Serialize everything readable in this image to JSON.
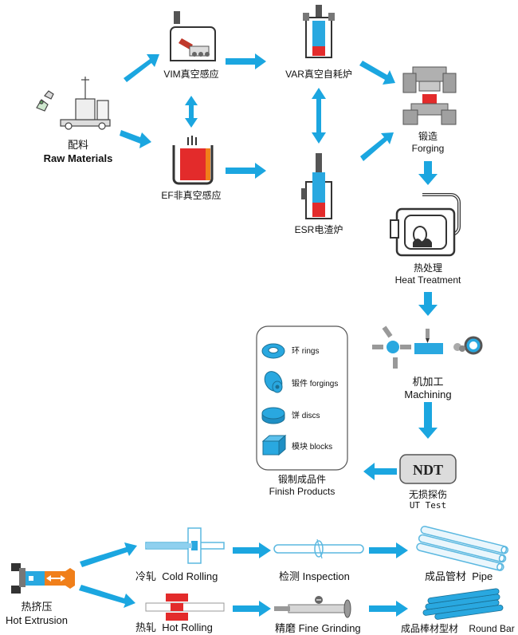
{
  "nodes": {
    "raw_materials": {
      "zh": "配料",
      "en": "Raw Materials"
    },
    "vim": {
      "label": "VIM真空感应"
    },
    "ef": {
      "label": "EF非真空感应"
    },
    "var": {
      "label": "VAR真空自耗炉"
    },
    "esr": {
      "label": "ESR电渣炉"
    },
    "forging": {
      "zh": "锻造",
      "en": "Forging"
    },
    "heat_treatment": {
      "zh": "热处理",
      "en": "Heat Treatment"
    },
    "machining": {
      "zh": "机加工",
      "en": "Machining"
    },
    "ndt": {
      "badge": "NDT",
      "zh": "无损探伤",
      "en": "UT Test"
    },
    "finish_products": {
      "zh": "锻制成品件",
      "en": "Finish Products",
      "items": [
        {
          "label": "环 rings"
        },
        {
          "label": "锻件 forgings"
        },
        {
          "label": "饼 discs"
        },
        {
          "label": "模块 blocks"
        }
      ]
    },
    "hot_extrusion": {
      "zh": "热挤压",
      "en": "Hot Extrusion"
    },
    "cold_rolling": {
      "label": "冷轧  Cold Rolling"
    },
    "hot_rolling": {
      "label": "热轧  Hot Rolling"
    },
    "inspection": {
      "label": "检测 Inspection"
    },
    "fine_grinding": {
      "label": "精磨 Fine Grinding"
    },
    "pipe": {
      "label": "成品管材  Pipe"
    },
    "round_bar": {
      "label": "成品棒材型材    Round Bar"
    }
  },
  "colors": {
    "arrow": "#1ba6e0",
    "blue": "#29a8e0",
    "red": "#e32b2b",
    "orange": "#f07f1a",
    "gray": "#b8b8b8",
    "dark": "#555555"
  }
}
